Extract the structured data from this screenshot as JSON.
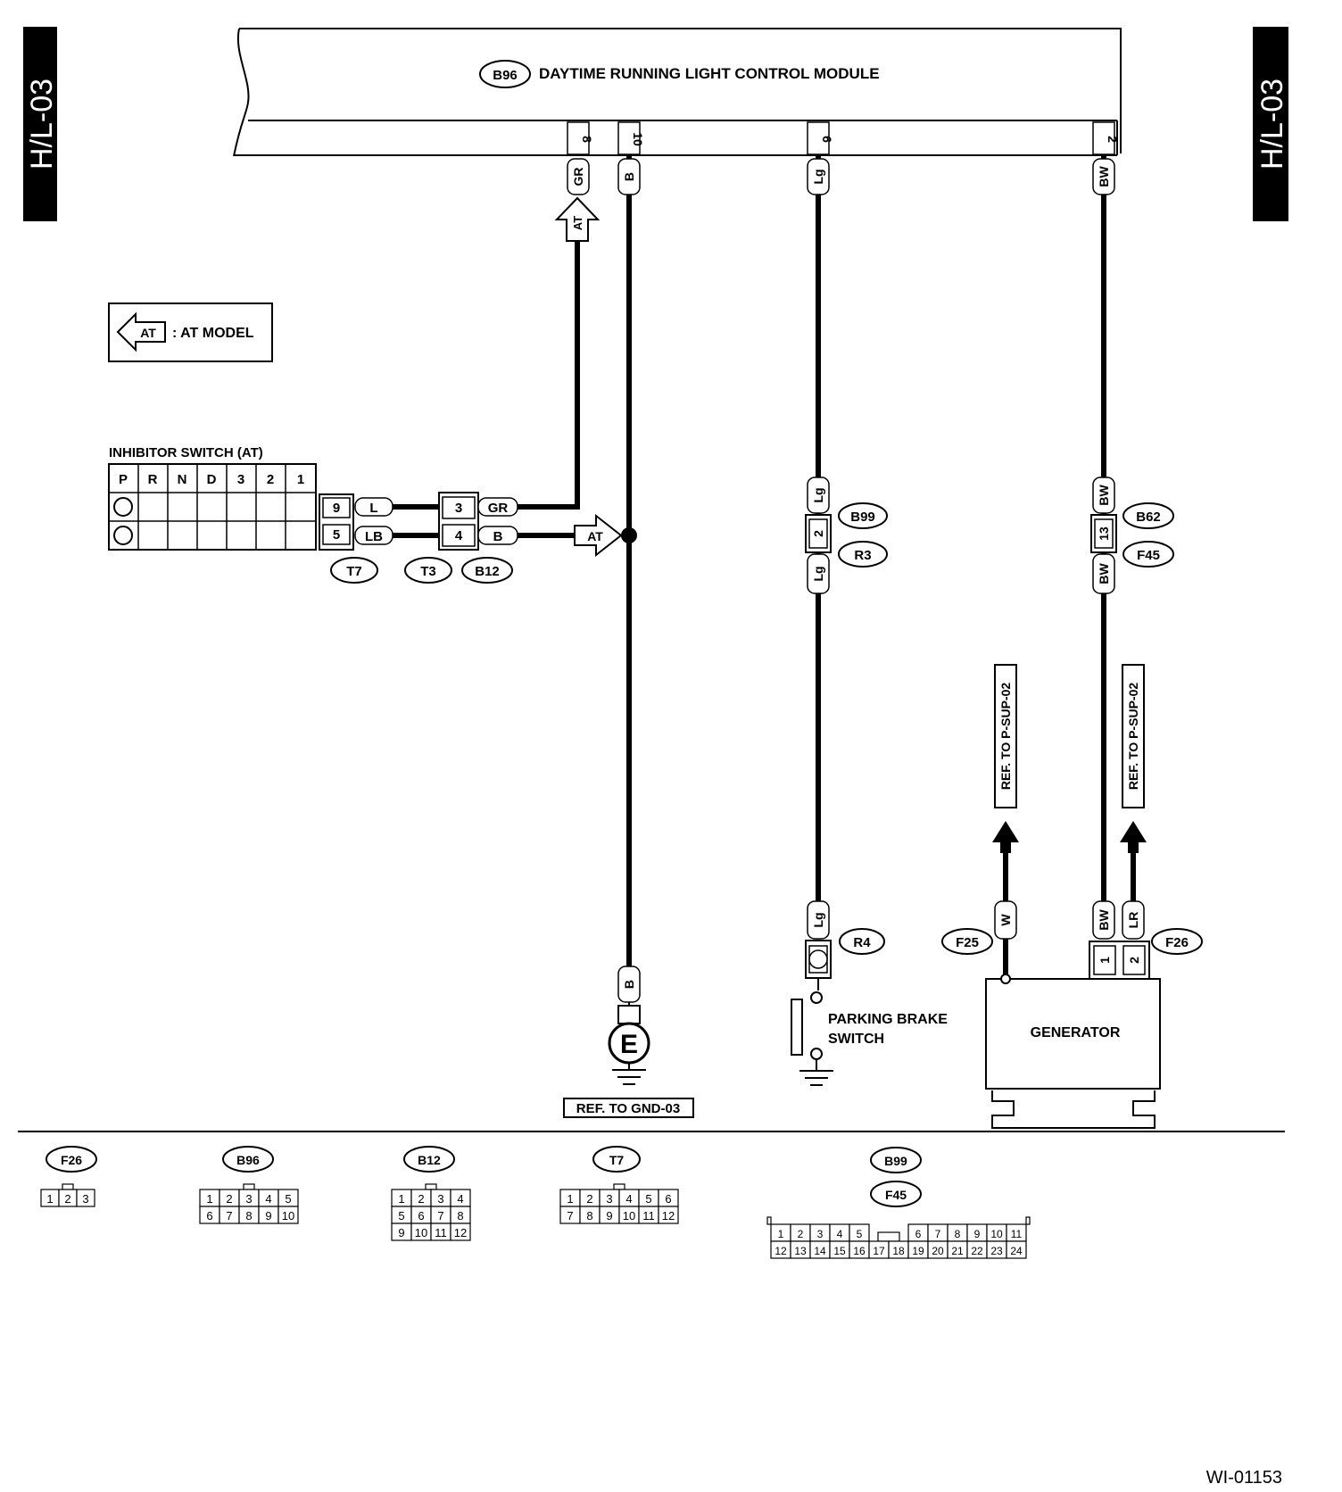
{
  "page_tab": "H/L-03",
  "module": {
    "connector": "B96",
    "title": "DAYTIME RUNNING LIGHT CONTROL MODULE"
  },
  "pins": {
    "p8": {
      "pin": "8",
      "wire": "GR"
    },
    "p10": {
      "pin": "10",
      "wire": "B"
    },
    "p6": {
      "pin": "6",
      "wire": "Lg"
    },
    "p2": {
      "pin": "2",
      "wire": "BW"
    }
  },
  "legend": {
    "symbol": "AT",
    "text": ": AT MODEL"
  },
  "at_marker": "AT",
  "inhibitor": {
    "title": "INHIBITOR SWITCH (AT)",
    "positions": [
      "P",
      "R",
      "N",
      "D",
      "3",
      "2",
      "1"
    ],
    "t7_pins": [
      "9",
      "5"
    ],
    "t7_wires": [
      "L",
      "LB"
    ],
    "b12_pins": [
      "3",
      "4"
    ],
    "b12_wires": [
      "GR",
      "B"
    ],
    "labels": [
      "T7",
      "T3",
      "B12"
    ]
  },
  "lg_joint": {
    "wire_top": "Lg",
    "pin": "2",
    "wire_bottom": "Lg",
    "labels": [
      "B99",
      "R3"
    ]
  },
  "bw_joint": {
    "wire_top": "BW",
    "pin": "13",
    "wire_bottom": "BW",
    "labels": [
      "B62",
      "F45"
    ]
  },
  "ground": {
    "wire": "B",
    "symbol": "E",
    "ref": "REF. TO GND-03"
  },
  "parking_brake": {
    "wire": "Lg",
    "connector": "R4",
    "title_line1": "PARKING BRAKE",
    "title_line2": "SWITCH"
  },
  "generator": {
    "title": "GENERATOR",
    "left_wire": "W",
    "left_connector": "F25",
    "right_connector": "F26",
    "right_wires": [
      "BW",
      "LR"
    ],
    "right_pins": [
      "1",
      "2"
    ],
    "ref_left": "REF. TO P-SUP-02",
    "ref_right": "REF. TO P-SUP-02"
  },
  "connector_views": {
    "f26": {
      "label": "F26",
      "rows": [
        [
          "1",
          "2",
          "3"
        ]
      ]
    },
    "b96": {
      "label": "B96",
      "rows": [
        [
          "1",
          "2",
          "3",
          "4",
          "5"
        ],
        [
          "6",
          "7",
          "8",
          "9",
          "10"
        ]
      ]
    },
    "b12": {
      "label": "B12",
      "rows": [
        [
          "1",
          "2",
          "3",
          "4"
        ],
        [
          "5",
          "6",
          "7",
          "8"
        ],
        [
          "9",
          "10",
          "11",
          "12"
        ]
      ]
    },
    "t7": {
      "label": "T7",
      "rows": [
        [
          "1",
          "2",
          "3",
          "4",
          "5",
          "6"
        ],
        [
          "7",
          "8",
          "9",
          "10",
          "11",
          "12"
        ]
      ]
    },
    "b99": {
      "labels": [
        "B99",
        "F45"
      ],
      "top_left": [
        "1",
        "2",
        "3",
        "4",
        "5"
      ],
      "top_right": [
        "6",
        "7",
        "8",
        "9",
        "10",
        "11"
      ],
      "bottom": [
        "12",
        "13",
        "14",
        "15",
        "16",
        "17",
        "18",
        "19",
        "20",
        "21",
        "22",
        "23",
        "24"
      ]
    }
  },
  "footer_id": "WI-01153"
}
